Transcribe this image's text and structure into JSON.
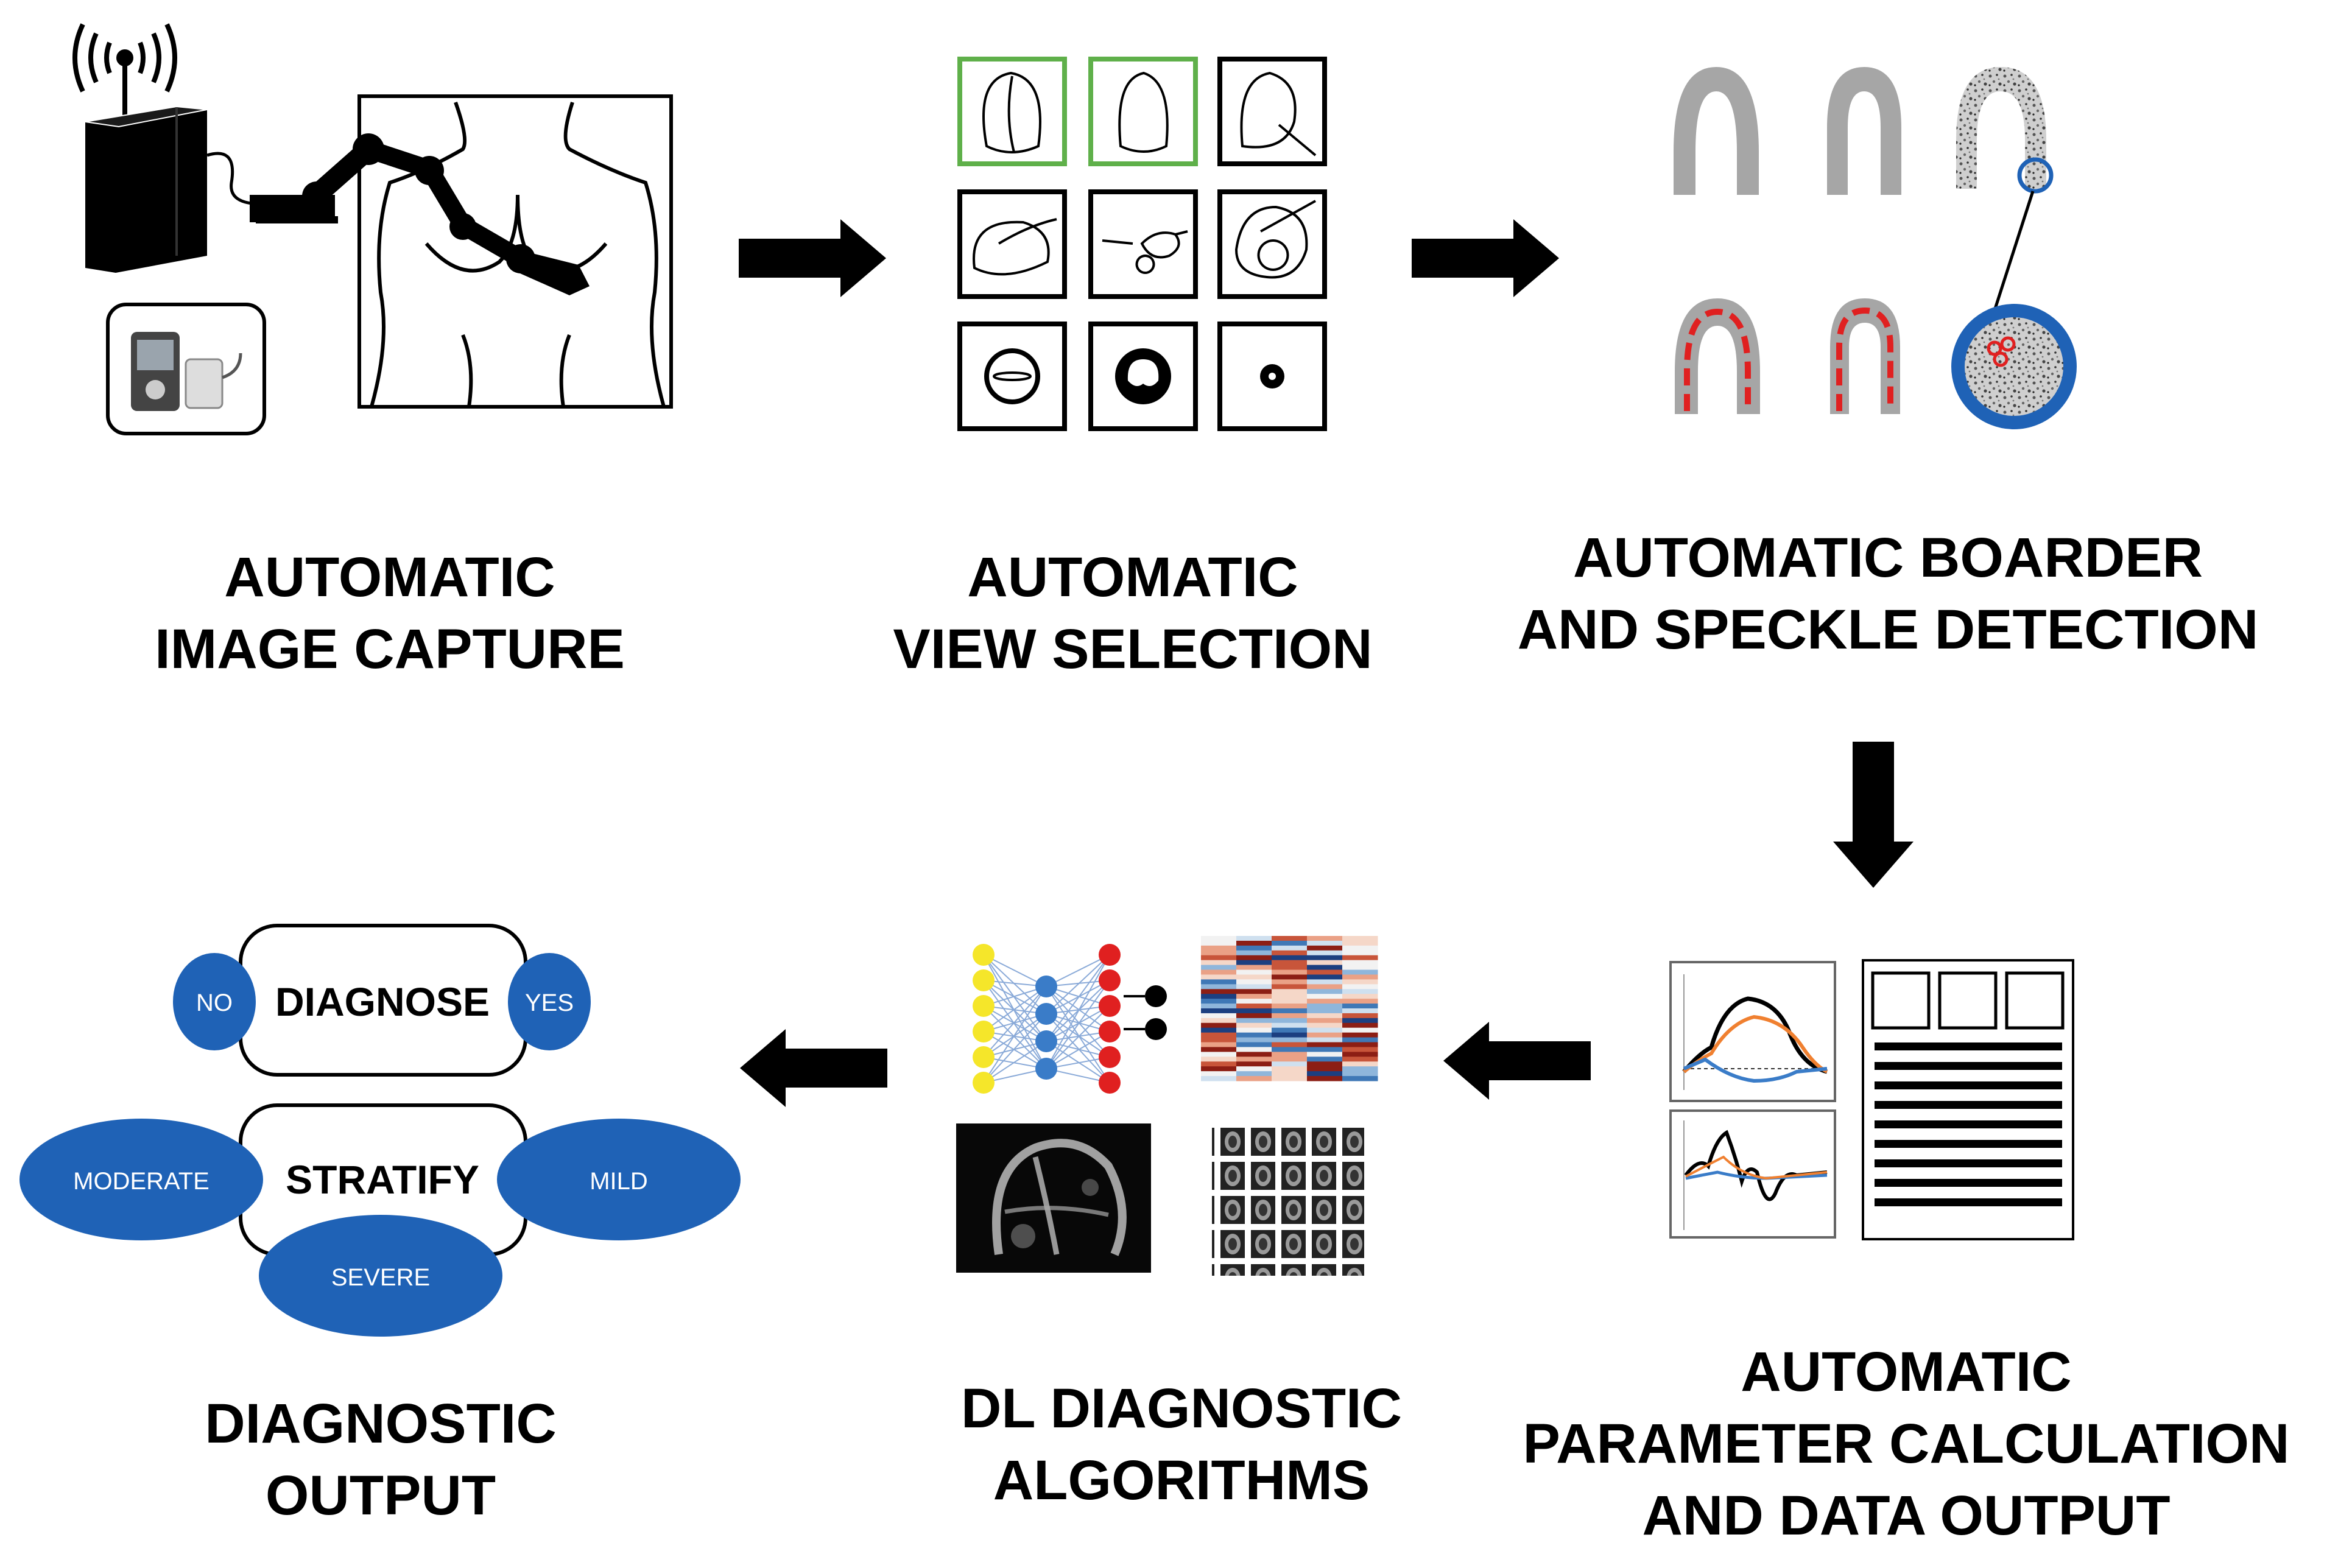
{
  "steps": [
    {
      "id": "image-capture",
      "line1": "AUTOMATIC",
      "line2": "IMAGE CAPTURE"
    },
    {
      "id": "view-selection",
      "line1": "AUTOMATIC",
      "line2": "VIEW SELECTION"
    },
    {
      "id": "border-detection",
      "line1": "AUTOMATIC BOARDER",
      "line2": "AND SPECKLE DETECTION"
    },
    {
      "id": "parameter-calculation",
      "line1": "AUTOMATIC",
      "line2": "PARAMETER CALCULATION",
      "line3": "AND DATA OUTPUT"
    },
    {
      "id": "dl-algorithms",
      "line1": "DL DIAGNOSTIC",
      "line2": "ALGORITHMS"
    },
    {
      "id": "diagnostic-output",
      "line1": "DIAGNOSTIC",
      "line2": "OUTPUT"
    }
  ],
  "diagnose": {
    "label": "DIAGNOSE",
    "left": "NO",
    "right": "YES"
  },
  "stratify": {
    "label": "STRATIFY",
    "left": "MODERATE",
    "right": "MILD",
    "bottom": "SEVERE"
  },
  "colors": {
    "blue": "#1f62b6",
    "green": "#5fb04a",
    "red": "#e02020",
    "gray": "#a6a6a6",
    "orange": "#f08030",
    "yellow": "#f5e62a"
  }
}
